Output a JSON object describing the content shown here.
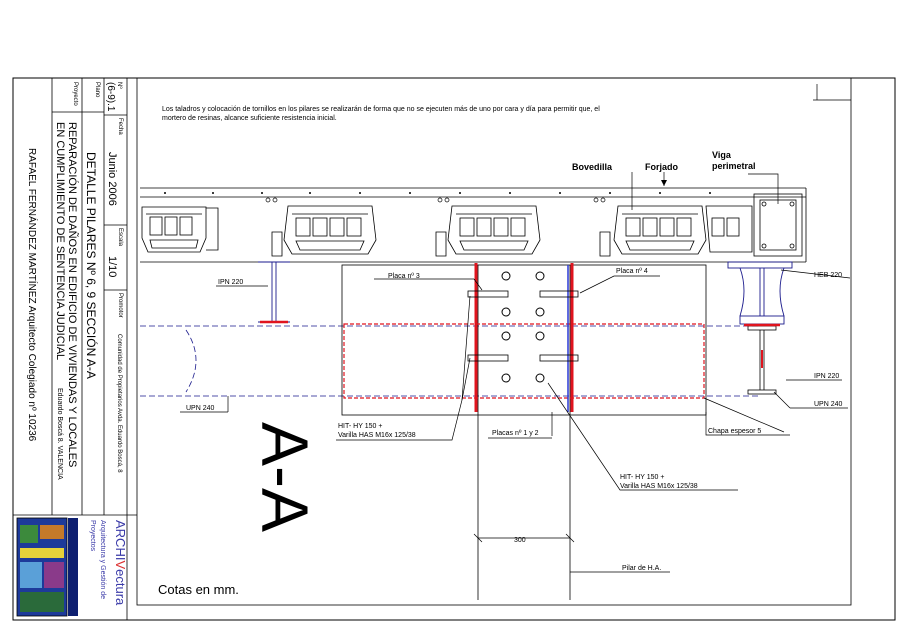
{
  "note": {
    "line1": "Los taladros y colocación de tornillos en los pilares se realizarán de forma que no se ejecuten más de uno por cara y día para permitir que, el",
    "line2": "mortero de resinas, alcance suficiente resistencia inicial."
  },
  "labels": {
    "bovedilla": "Bovedilla",
    "forjado": "Forjado",
    "viga1": "Viga",
    "viga2": "perimetral",
    "placa3": "Placa nº 3",
    "placa4": "Placa nº 4",
    "heb": "HEB 220",
    "ipn_left": "IPN 220",
    "ipn_right": "IPN 220",
    "upn_left": "UPN 240",
    "upn_right": "UPN 240",
    "chapa": "Chapa espesor 5",
    "placas12": "Placas nº 1 y 2",
    "hit1_a": "HIT- HY 150 +",
    "hit1_b": "Varilla HAS M16x 125/38",
    "hit2_a": "HIT- HY 150 +",
    "hit2_b": "Varilla HAS M16x 125/38",
    "dim300": "300",
    "pilar": "Pilar de H.A.",
    "section": "A-A",
    "cotas": "Cotas en mm."
  },
  "title_block": {
    "n_label": "Nº",
    "n_value": "(6-9).1",
    "fecha_label": "Fecha",
    "fecha_value": "Junio 2006",
    "escala_label": "Escala",
    "escala_value": "1/10",
    "promotor_label": "Promotor",
    "promotor_value": "Comunidad de Propietarios Avda. Eduardo Boscá, 8",
    "plano_label": "Plano",
    "plano_value": "DETALLE PILARES Nº 6, 9   SECCIÓN A-A",
    "proyecto_label": "Proyecto",
    "proyecto_line1": "REPARACIÓN DE DAÑOS EN EDIFICIO DE VIVIENDAS Y LOCALES",
    "proyecto_line2": "EN CUMPLIMIENTO DE SENTENCIA JUDICIAL",
    "proyecto_line2b": "Eduardo Boscá 8. VALENCIA",
    "architect": "RAFAEL FERNÁNDEZ MARTÍNEZ Arquitecto Colegiado nº 10236",
    "logo_name1": "ARCHI",
    "logo_name2": "ectura",
    "logo_sub1": "Arquitectura y Gestión de",
    "logo_sub2": "Proyectos"
  },
  "colors": {
    "line": "#000000",
    "hidden": "#1a1a8c",
    "red": "#e0141e",
    "blue": "#2a3ad6",
    "logo": "#3a3aa8"
  }
}
